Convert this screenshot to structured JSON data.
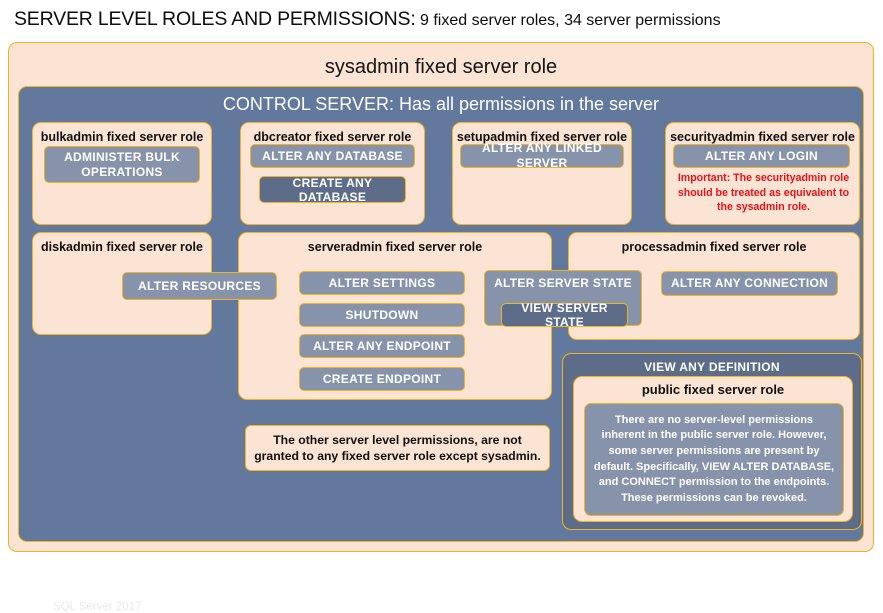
{
  "title": {
    "strong": "SERVER LEVEL ROLES AND PERMISSIONS:",
    "rest": " 9 fixed server roles, 34 server permissions"
  },
  "sysadmin": {
    "label": "sysadmin fixed server role"
  },
  "control_server": {
    "label": "CONTROL SERVER: Has all permissions in the server"
  },
  "footer": {
    "label": "SQL Server 2017"
  },
  "roles": {
    "bulkadmin": {
      "title": "bulkadmin fixed server role",
      "permissions": [
        "ADMINISTER  BULK OPERATIONS"
      ]
    },
    "dbcreator": {
      "title": "dbcreator fixed server role",
      "permissions": [
        "ALTER ANY DATABASE",
        "CREATE  ANY DATABASE"
      ]
    },
    "setupadmin": {
      "title": "setupadmin fixed server role",
      "permissions": [
        "ALTER ANY LINKED SERVER"
      ]
    },
    "securityadmin": {
      "title": "securityadmin fixed server role",
      "permissions": [
        "ALTER ANY LOGIN"
      ],
      "warning": "Important:  The securityadmin role should  be treated  as equivalent  to the  sysadmin role."
    },
    "diskadmin": {
      "title": "diskadmin fixed server role",
      "permissions": [
        "ALTER RESOURCES"
      ]
    },
    "serveradmin": {
      "title": "serveradmin fixed server role",
      "permissions": [
        "ALTER SETTINGS",
        "SHUTDOWN",
        "ALTER ANY ENDPOINT",
        "CREATE  ENDPOINT",
        "ALTER SERVER  STATE",
        "VIEW SERVER  STATE"
      ]
    },
    "processadmin": {
      "title": "processadmin fixed server role",
      "permissions": [
        "ALTER ANY CONNECTION"
      ]
    },
    "public": {
      "group_permission": "VIEW ANY DEFINITION",
      "title": "public  fixed server role",
      "note": "There are no server-level permissions inherent in the public server role. However, some server permissions are present by default. Specifically, VIEW ALTER DATABASE, and CONNECT permission to the endpoints. These permissions can be revoked."
    }
  },
  "notes": {
    "other_permissions": "The other server level permissions,  are not granted to any fixed server role except sysadmin."
  },
  "colors": {
    "cream": "#fbe4d3",
    "slate": "#62789d",
    "slate_dark": "#5d6c88",
    "permission": "#8793ab",
    "border_gold": "#f0b323",
    "warning_red": "#e8131a"
  }
}
